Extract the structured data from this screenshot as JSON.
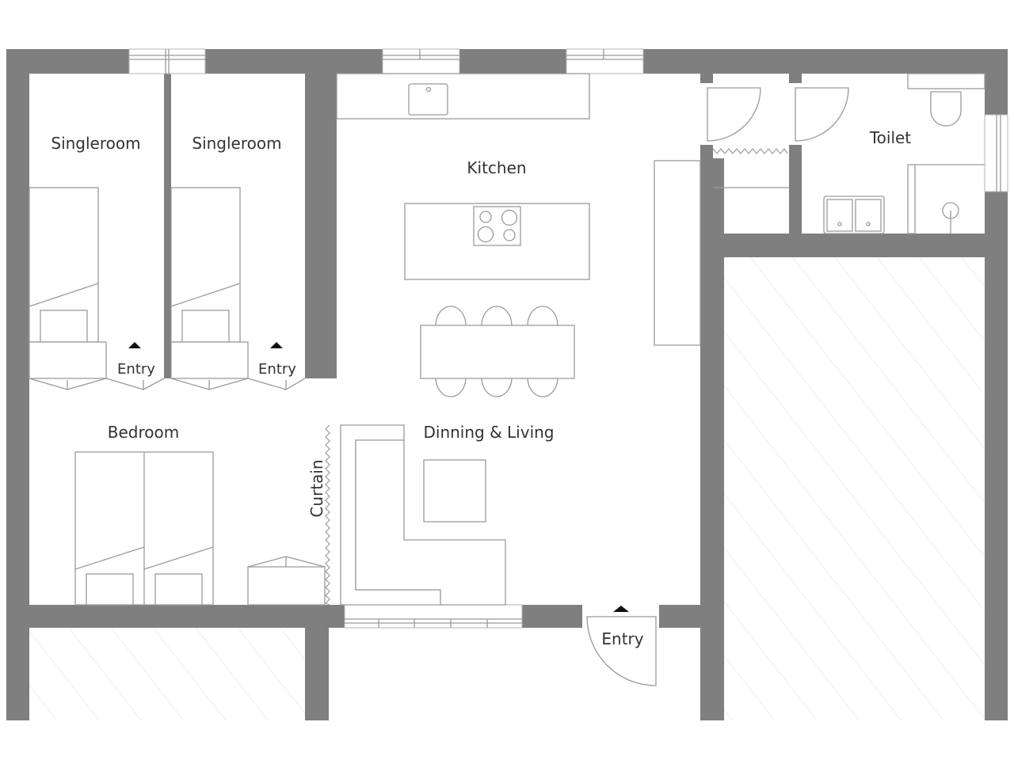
{
  "diagram": {
    "type": "floor-plan",
    "colors": {
      "wall": "#7f7f7f",
      "fixture_line": "#9a9a9a",
      "label": "#333333",
      "entry_arrow": "#111111",
      "hatch": "#e4e4e4"
    },
    "rooms": [
      {
        "id": "singleroom-1",
        "label": "Singleroom"
      },
      {
        "id": "singleroom-2",
        "label": "Singleroom"
      },
      {
        "id": "kitchen",
        "label": "Kitchen"
      },
      {
        "id": "toilet",
        "label": "Toilet"
      },
      {
        "id": "bedroom",
        "label": "Bedroom"
      },
      {
        "id": "dining-living",
        "label": "Dinning & Living"
      }
    ],
    "annotations": {
      "curtain": "Curtain",
      "entry_singleroom_1": "Entry",
      "entry_singleroom_2": "Entry",
      "entry_main": "Entry"
    },
    "fixtures": [
      "bed",
      "bed",
      "double-bed",
      "kitchen-counter",
      "sink",
      "kitchen-island",
      "cooktop",
      "dining-table",
      "chairs",
      "l-shaped-sofa",
      "coffee-table",
      "tall-cabinet",
      "wc",
      "double-sink",
      "shower",
      "wardrobe",
      "curtain",
      "folding-doors",
      "swing-doors",
      "windows"
    ]
  }
}
